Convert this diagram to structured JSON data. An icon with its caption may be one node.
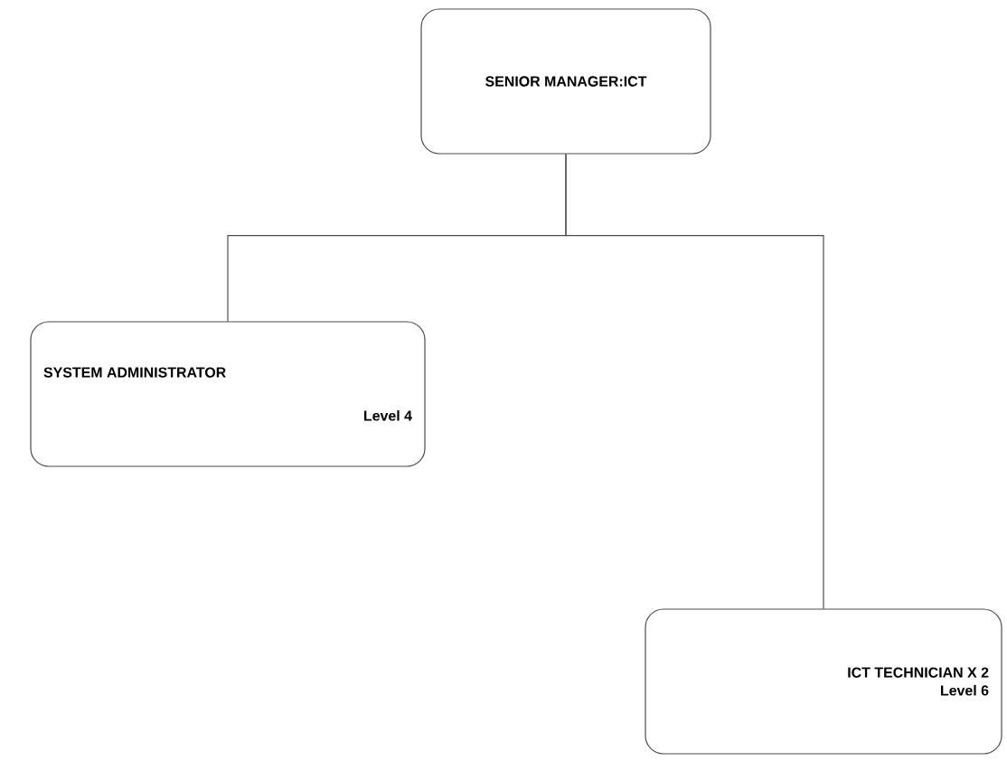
{
  "diagram": {
    "nodes": [
      {
        "text": [
          "SENIOR MANAGER:ICT"
        ]
      },
      {
        "text": [
          "SYSTEM ADMINISTRATOR",
          "Level 4"
        ]
      },
      {
        "text": [
          "ICT TECHNICIAN X 2",
          "Level 6"
        ]
      }
    ],
    "edges": [
      {
        "from": 0,
        "to": 1,
        "arrow": "none"
      },
      {
        "from": 0,
        "to": 2,
        "arrow": "none"
      }
    ]
  }
}
